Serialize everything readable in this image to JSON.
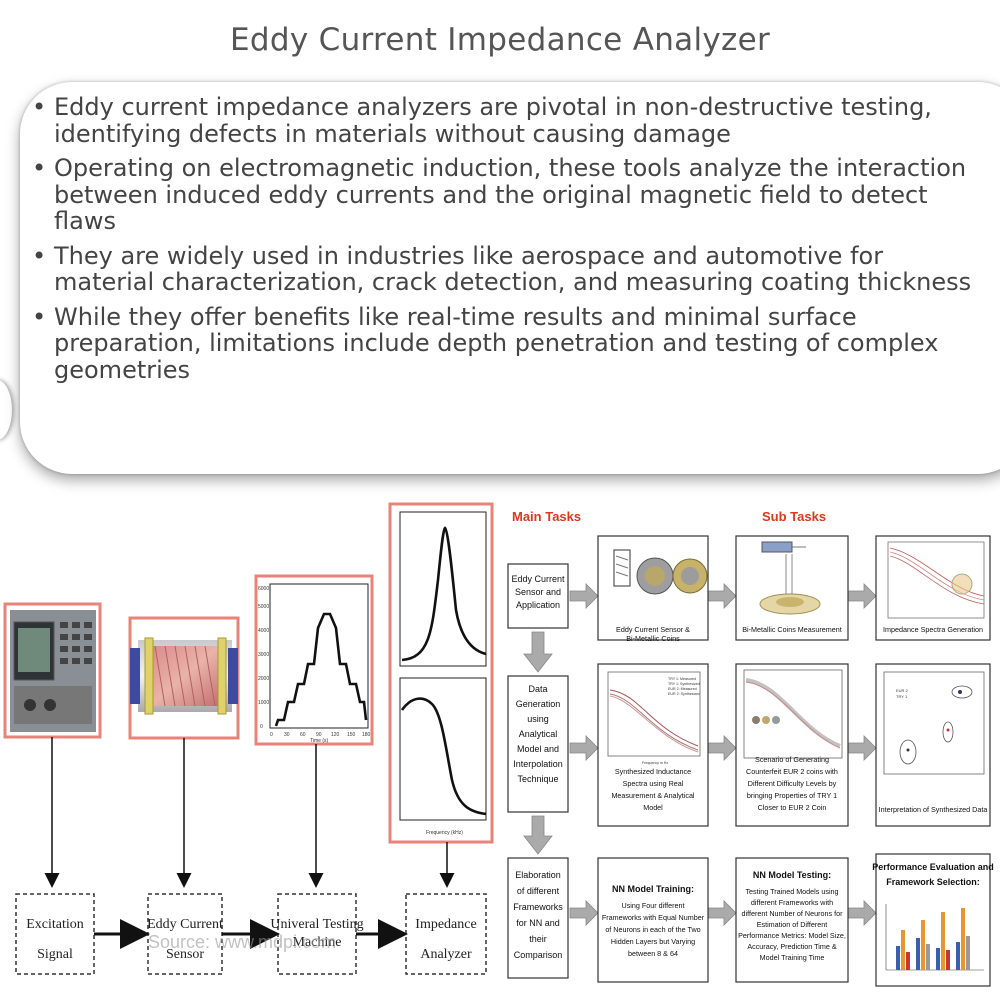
{
  "page": {
    "title": "Eddy Current Impedance Analyzer"
  },
  "bullets": [
    "Eddy current impedance analyzers are pivotal in non-destructive testing, identifying defects in materials without causing damage",
    "Operating on electromagnetic induction, these tools analyze the interaction between induced eddy currents and the original magnetic field to detect flaws",
    "They are widely used in industries like aerospace and automotive for material characterization, crack detection, and measuring coating thickness",
    "While they offer benefits like real-time results and minimal surface preparation, limitations include depth penetration and testing of complex geometries"
  ],
  "left_diagram": {
    "boxes": [
      "Excitation Signal",
      "Eddy Current Sensor",
      "Univeral Testing Machine",
      "Impedance Analyzer"
    ],
    "watermark": "Source: www.mdpi.com",
    "load_plot": {
      "x_ticks": [
        "0",
        "30",
        "60",
        "90",
        "120",
        "150",
        "180"
      ],
      "y_ticks": [
        "0",
        "1000",
        "2000",
        "3000",
        "4000",
        "5000",
        "6000"
      ],
      "xlabel": "Time (s)"
    },
    "impedance_plot": {
      "xlabel": "Frequency (kHz)"
    }
  },
  "right_flow": {
    "headers": {
      "main": "Main Tasks",
      "sub": "Sub Tasks"
    },
    "main_tasks": [
      "Eddy Current Sensor and Application",
      "Data Generation using Analytical Model and Interpolation Technique",
      "Elaboration of different Frameworks for NN and their Comparison"
    ],
    "row1": [
      "Eddy Current Sensor & Bi-Metallic Coins",
      "Bi-Metallic Coins Measurement",
      "Impedance Spectra Generation"
    ],
    "row2": [
      "Synthesized Inductance Spectra using Real Measurement & Analytical Model",
      "Scenario of Generating Counterfeit EUR 2 coins with Different Difficulty Levels by bringing Properties of TRY 1 Closer to EUR 2 Coin",
      "Interpretation of Synthesized Data"
    ],
    "row3": [
      {
        "title": "NN Model Training:",
        "body": "Using Four different Frameworks with Equal Number of Neurons in each of the Two Hidden Layers but Varying between 8 & 64"
      },
      {
        "title": "NN Model Testing:",
        "body": "Testing Trained Models using different Frameworks with different Number of Neurons for Estimation of Different Performance Metrics: Model Size, Accuracy, Prediction Time & Model Training Time"
      },
      {
        "title": "Performance Evaluation and Framework Selection:",
        "body": ""
      }
    ],
    "mini_legends": {
      "spectra": [
        "TRY 1: Measured",
        "TRY 1: Synthesized",
        "EUR 2: Measured",
        "EUR 2: Synthesized"
      ],
      "scatter": [
        "EUR 2",
        "TRY 1"
      ],
      "frequency_label": "Frequency in Hz"
    }
  },
  "colors": {
    "title_text": "#555555",
    "body_text": "#444444",
    "frame_red": "#e8837a",
    "header_red": "#d93a1c",
    "arrow_gray": "#aaaaaa",
    "box_border": "#333333"
  }
}
